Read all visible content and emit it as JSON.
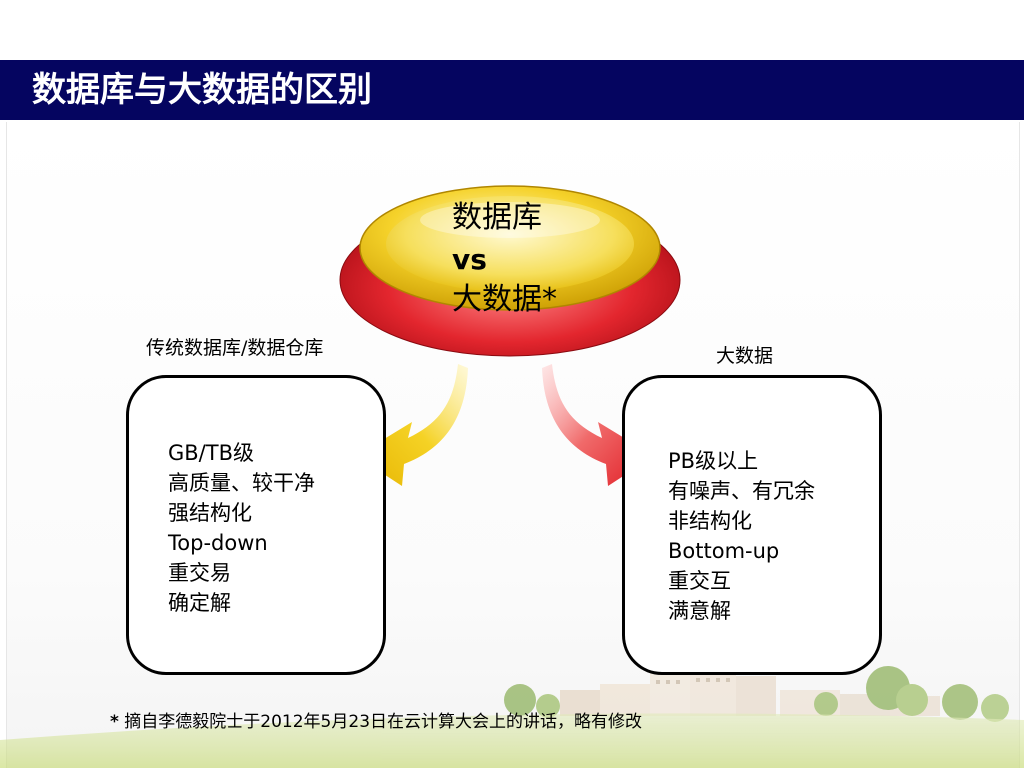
{
  "slide": {
    "title": "数据库与大数据的区别",
    "center": {
      "line1": "数据库",
      "line2": "vs",
      "line3": "大数据*"
    },
    "left": {
      "label": "传统数据库/数据仓库",
      "items": [
        "GB/TB级",
        "高质量、较干净",
        "强结构化",
        "Top-down",
        "重交易",
        "确定解"
      ]
    },
    "right": {
      "label": "大数据",
      "items": [
        "PB级以上",
        "有噪声、有冗余",
        "非结构化",
        "Bottom-up",
        "重交互",
        "满意解"
      ]
    },
    "footnote": {
      "star": "*",
      "text": " 摘自李德毅院士于2012年5月23日在云计算大会上的讲话，略有修改"
    }
  },
  "colors": {
    "title_bar": "#050560",
    "title_text": "#ffffff",
    "disc_gold": "#f2c000",
    "disc_red": "#e0202a",
    "arrow_left": "#f2c000",
    "arrow_right": "#e0202a"
  },
  "icons": {
    "left_arrow": "curved-arrow-down-left-icon",
    "right_arrow": "curved-arrow-down-right-icon"
  }
}
